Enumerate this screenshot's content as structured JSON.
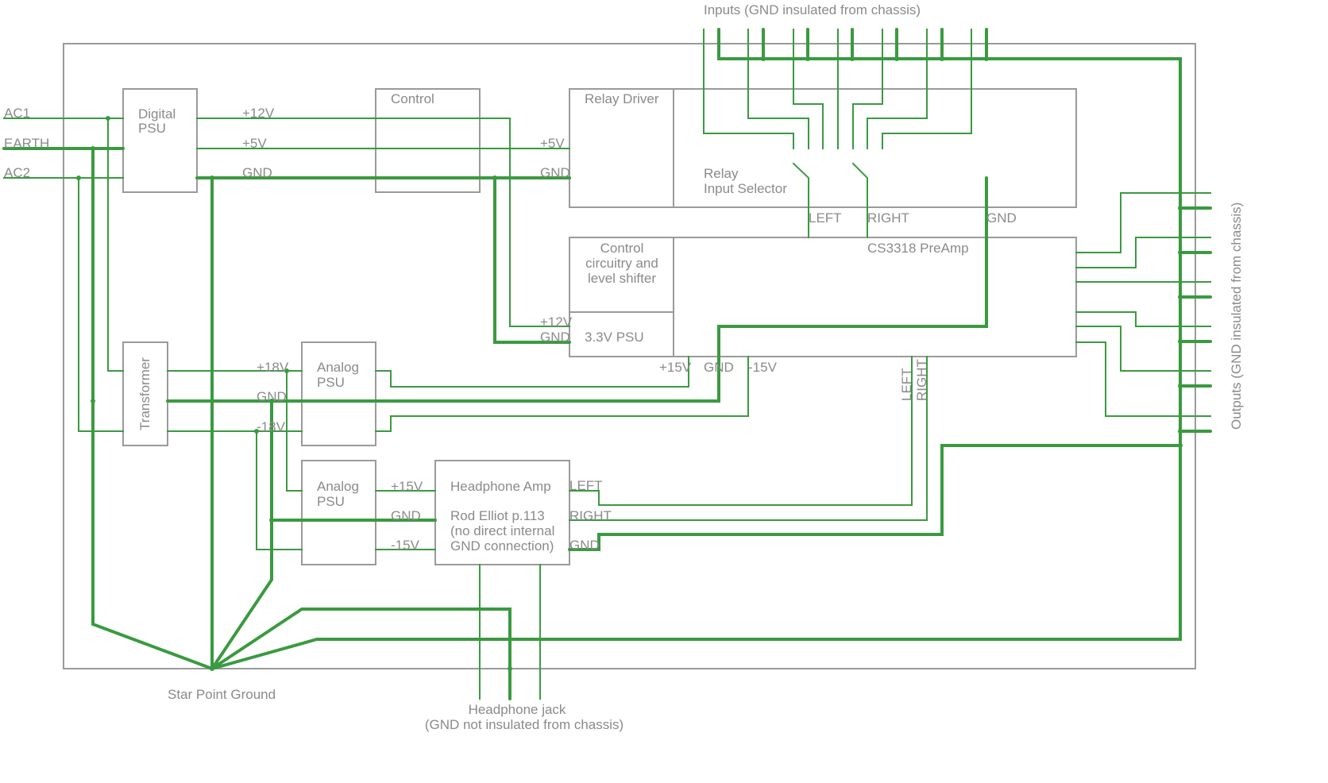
{
  "colors": {
    "wire": "#3a9a40",
    "box": "#9a9a9a",
    "text": "#8a8a8a"
  },
  "title_inputs": "Inputs (GND insulated from chassis)",
  "title_outputs": "Outputs (GND insulated from chassis)",
  "mains": {
    "ac1": "AC1",
    "earth": "EARTH",
    "ac2": "AC2"
  },
  "blocks": {
    "digital_psu": [
      "Digital",
      "PSU"
    ],
    "control": "Control",
    "relay_driver": "Relay Driver",
    "relay_selector": [
      "Relay",
      "Input Selector"
    ],
    "control_circuitry": [
      "Control",
      "circuitry and",
      "level shifter"
    ],
    "psu33": "3.3V PSU",
    "preamp": "CS3318 PreAmp",
    "transformer": "Transformer",
    "analog_psu_1": [
      "Analog",
      "PSU"
    ],
    "analog_psu_2": [
      "Analog",
      "PSU"
    ],
    "headphone_amp": [
      "Headphone Amp",
      "Rod Elliot p.113",
      "(no direct internal",
      "GND connection)"
    ]
  },
  "labels": {
    "p12v": "+12V",
    "p5v": "+5V",
    "gnd": "GND",
    "p18v": "+18V",
    "m18v": "-18V",
    "p15v": "+15V",
    "m15v": "-15V",
    "left": "LEFT",
    "right": "RIGHT"
  },
  "footer": {
    "star_point": "Star Point Ground",
    "headphone_jack": "Headphone jack",
    "headphone_note": "(GND not insulated from chassis)"
  }
}
